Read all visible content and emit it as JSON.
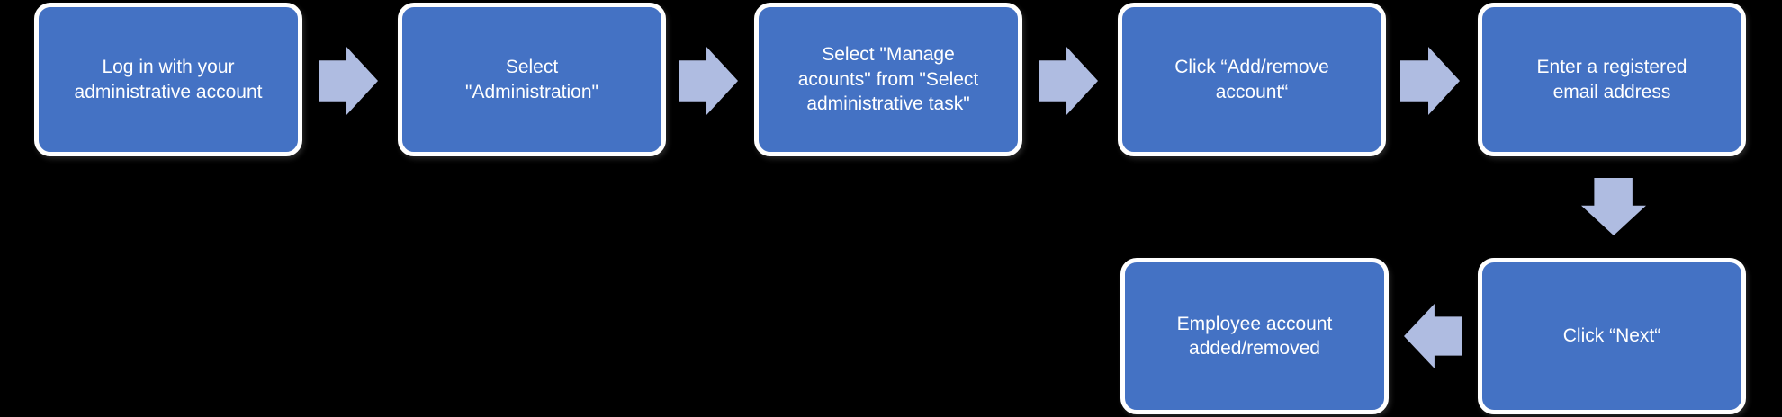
{
  "diagram": {
    "type": "flowchart",
    "colors": {
      "background": "#000000",
      "node_fill": "#4472C4",
      "node_border": "#FFFFFF",
      "arrow_fill": "#AFBCE1",
      "text": "#FFFFFF"
    },
    "nodes": [
      {
        "id": "step1",
        "label": "Log in with your administrative account",
        "lines": [
          "Log in with your",
          "administrative account"
        ]
      },
      {
        "id": "step2",
        "label": "Select \"Administration\"",
        "lines": [
          "Select",
          "\"Administration\""
        ]
      },
      {
        "id": "step3",
        "label": "Select \"Manage acounts\" from \"Select administrative task\"",
        "lines": [
          "Select \"Manage",
          "acounts\" from \"Select",
          "administrative task\""
        ]
      },
      {
        "id": "step4",
        "label": "Click “Add/remove account“",
        "lines": [
          "Click “Add/remove",
          "account“"
        ]
      },
      {
        "id": "step5",
        "label": "Enter a registered email address",
        "lines": [
          "Enter a registered",
          "email address"
        ]
      },
      {
        "id": "step6",
        "label": "Click “Next“",
        "lines": [
          "Click “Next“"
        ]
      },
      {
        "id": "step7",
        "label": "Employee account added/removed",
        "lines": [
          "Employee account",
          "added/removed"
        ]
      }
    ],
    "arrows": [
      {
        "from": "step1",
        "to": "step2",
        "direction": "right"
      },
      {
        "from": "step2",
        "to": "step3",
        "direction": "right"
      },
      {
        "from": "step3",
        "to": "step4",
        "direction": "right"
      },
      {
        "from": "step4",
        "to": "step5",
        "direction": "right"
      },
      {
        "from": "step5",
        "to": "step6",
        "direction": "down"
      },
      {
        "from": "step6",
        "to": "step7",
        "direction": "left"
      }
    ]
  }
}
